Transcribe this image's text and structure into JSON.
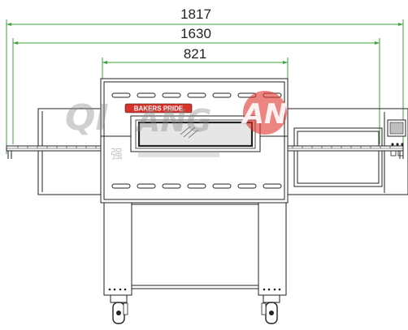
{
  "dimensions": {
    "overall_length": "1817",
    "conveyor_length": "1630",
    "oven_width": "821"
  },
  "oven": {
    "brand_label": "BAKERS PRIDE"
  },
  "watermark": {
    "text_left": "QI",
    "text_mid": "ANG",
    "text_circle": "AN",
    "chinese": "强"
  },
  "colors": {
    "line": "#222222",
    "dimension_line": "#3aa33a",
    "brand_badge": "#d9342b",
    "watermark_red": "#e0322b",
    "watermark_gray": "#9a9a9a"
  }
}
